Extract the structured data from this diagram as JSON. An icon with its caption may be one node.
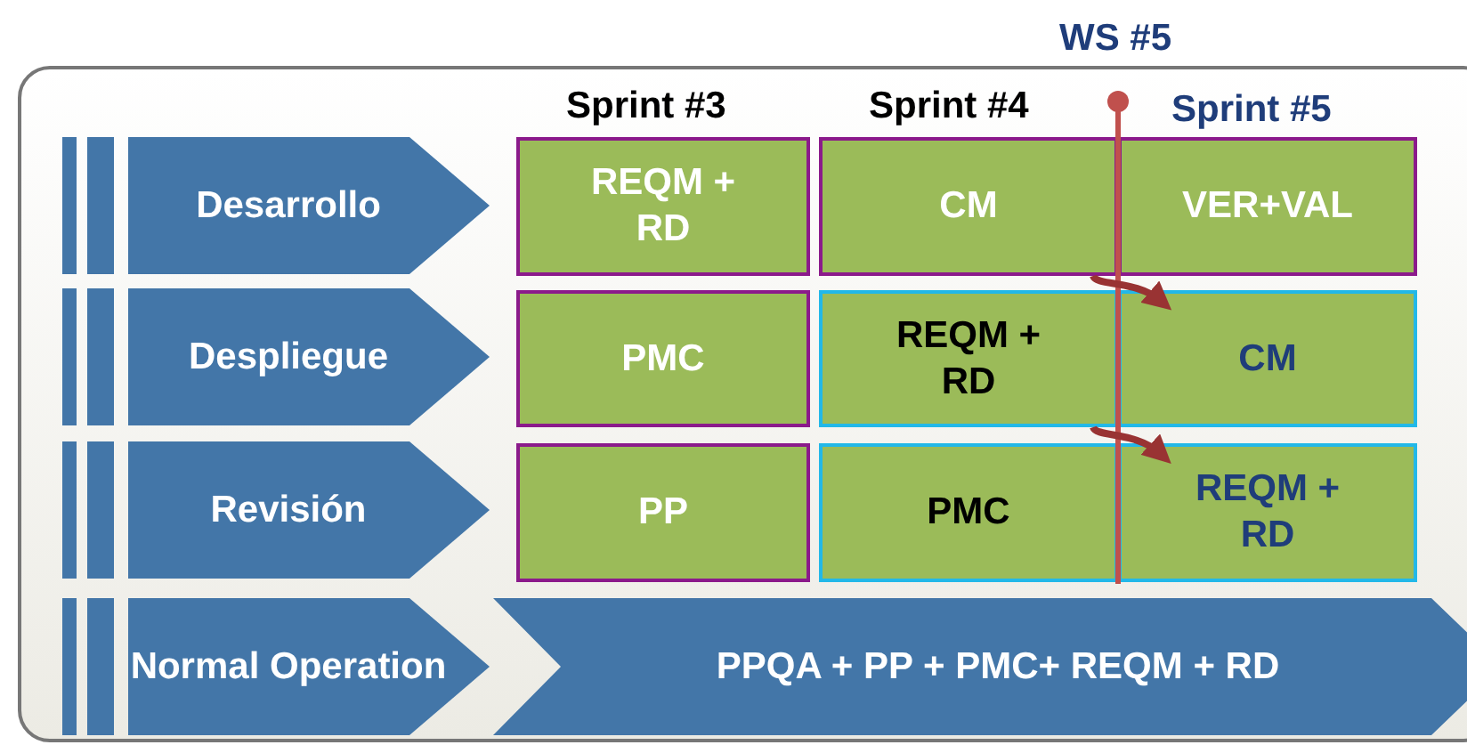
{
  "diagram": {
    "nodes": [
      {
        "text": [
          "Desarrollo"
        ]
      },
      {
        "text": [
          "REQM + RD"
        ]
      },
      {
        "text": [
          "CM"
        ]
      },
      {
        "text": [
          "VER+VAL"
        ]
      },
      {
        "text": [
          "Despliegue"
        ]
      },
      {
        "text": [
          "PMC"
        ]
      },
      {
        "text": [
          "REQM + RD"
        ]
      },
      {
        "text": [
          "CM"
        ]
      },
      {
        "text": [
          "Revisión"
        ]
      },
      {
        "text": [
          "PP"
        ]
      },
      {
        "text": [
          "PMC"
        ]
      },
      {
        "text": [
          "REQM + RD"
        ]
      },
      {
        "text": [
          "Normal Operation"
        ]
      },
      {
        "text": [
          "PPQA + PP + PMC+ REQM + RD"
        ]
      }
    ],
    "edges": [
      {
        "from": 2,
        "to": 7,
        "arrow": "to"
      },
      {
        "from": 6,
        "to": 11,
        "arrow": "to"
      }
    ],
    "labels": [
      "WS #5",
      "Sprint #3",
      "Sprint #4",
      "Sprint #5"
    ]
  }
}
